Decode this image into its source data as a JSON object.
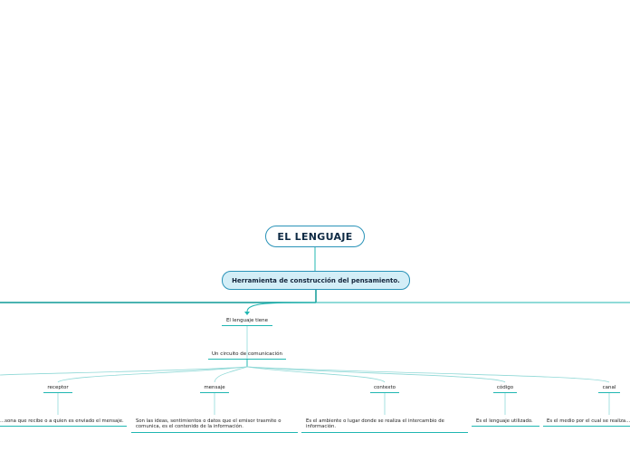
{
  "root": {
    "title": "EL LENGUAJE"
  },
  "main_topic": {
    "label": "Herramienta de construcción del pensamiento."
  },
  "branch": {
    "label": "El lenguaje tiene",
    "child": {
      "label": "Un circuito de comunicación"
    }
  },
  "elements": [
    {
      "label": "receptor",
      "description": "…sona que recibe o a quien es enviado el mensaje."
    },
    {
      "label": "mensaje",
      "description": "Son las ideas, sentimientos o datos que el emisor trasmite o comunica, es el contenido de la información."
    },
    {
      "label": "contexto",
      "description": "Es el ambiente o lugar donde se realiza el intercambio de información."
    },
    {
      "label": "código",
      "description": "Es el lenguaje utilizado."
    },
    {
      "label": "canal",
      "description": "Es el medio por el cual se realiza…"
    }
  ],
  "colors": {
    "node_border": "#2a93b8",
    "main_fill": "#d3eef7",
    "connector": "#20b7b2",
    "title_text": "#0e2a44"
  }
}
